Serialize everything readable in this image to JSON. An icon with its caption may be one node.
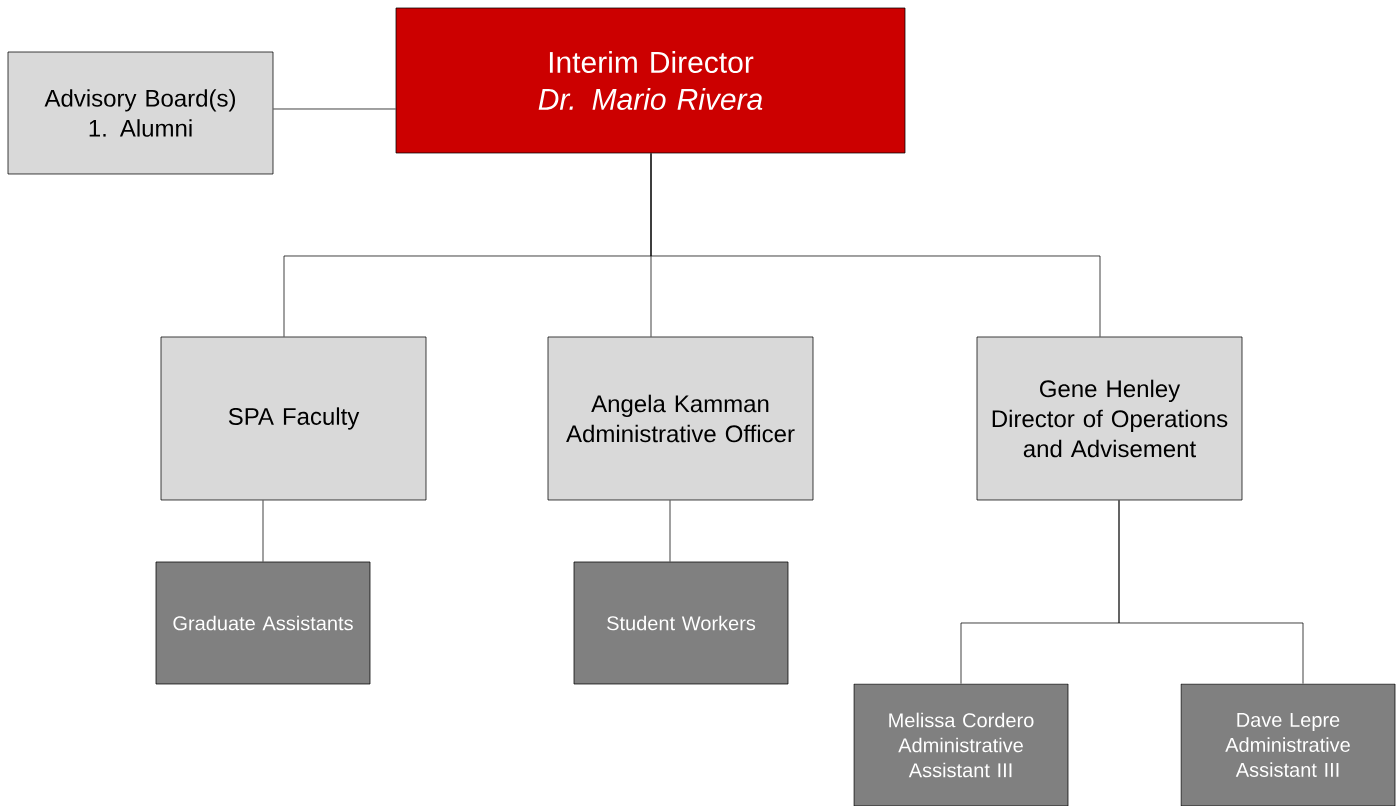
{
  "diagram": {
    "nodes": [
      {
        "text": [
          "Interim Director",
          "Dr. Mario Rivera"
        ]
      },
      {
        "text": [
          "Advisory Board(s)",
          "1. Alumni"
        ]
      },
      {
        "text": [
          "SPA Faculty"
        ]
      },
      {
        "text": [
          "Angela Kamman",
          "Administrative Officer"
        ]
      },
      {
        "text": [
          "Gene Henley",
          "Director of Operations and Advisement"
        ]
      },
      {
        "text": [
          "Graduate Assistants"
        ]
      },
      {
        "text": [
          "Student Workers"
        ]
      },
      {
        "text": [
          "Melissa Cordero",
          "Administrative Assistant III"
        ]
      },
      {
        "text": [
          "Dave Lepre",
          "Administrative Assistant III"
        ]
      }
    ],
    "edges": [
      {
        "from": 1,
        "to": 0,
        "arrow": "none"
      },
      {
        "from": 0,
        "to": 2,
        "arrow": "none"
      },
      {
        "from": 0,
        "to": 3,
        "arrow": "none"
      },
      {
        "from": 0,
        "to": 4,
        "arrow": "none"
      },
      {
        "from": 2,
        "to": 5,
        "arrow": "none"
      },
      {
        "from": 3,
        "to": 6,
        "arrow": "none"
      },
      {
        "from": 4,
        "to": 7,
        "arrow": "none"
      },
      {
        "from": 4,
        "to": 8,
        "arrow": "none"
      }
    ]
  }
}
